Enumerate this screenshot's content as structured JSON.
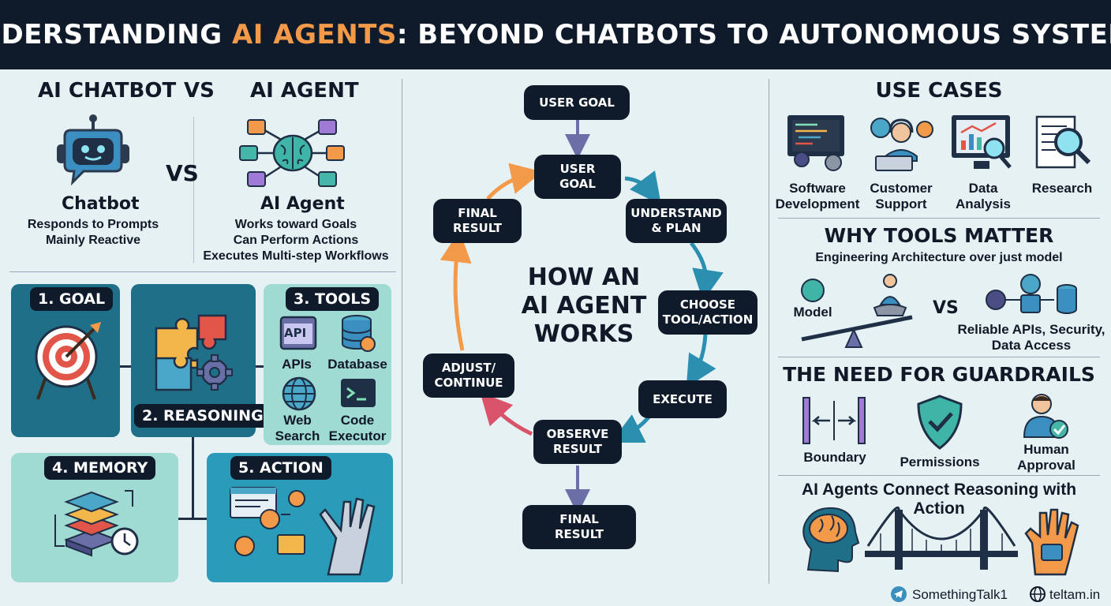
{
  "title": {
    "pre": "UNDERSTANDING ",
    "highlight": "AI AGENTS",
    "post": ": BEYOND CHATBOTS TO AUTONOMOUS SYSTEMS"
  },
  "comparison": {
    "chatbot_heading": "AI CHATBOT",
    "vs_heading": "VS",
    "agent_heading": "AI AGENT",
    "vs_mid": "VS",
    "chatbot": {
      "name": "Chatbot",
      "lines": [
        "Responds to Prompts",
        "Mainly Reactive"
      ]
    },
    "agent": {
      "name": "AI Agent",
      "lines": [
        "Works toward Goals",
        "Can Perform Actions",
        "Executes Multi-step Workflows"
      ]
    }
  },
  "components": {
    "goal": "1. GOAL",
    "reasoning": "2. REASONING",
    "tools": "3. TOOLS",
    "tool_items": [
      "APIs",
      "Database",
      "Web\nSearch",
      "Code\nExecutor"
    ],
    "api_badge": "API",
    "memory": "4. MEMORY",
    "action": "5. ACTION"
  },
  "flow": {
    "center_title": "HOW AN\nAI AGENT\nWORKS",
    "top": "USER GOAL",
    "steps": {
      "user_goal": "USER\nGOAL",
      "understand": "UNDERSTAND\n& PLAN",
      "choose": "CHOOSE\nTOOL/ACTION",
      "execute": "EXECUTE",
      "observe": "OBSERVE\nRESULT",
      "adjust": "ADJUST/\nCONTINUE",
      "final_left": "FINAL\nRESULT"
    },
    "bottom": "FINAL\nRESULT"
  },
  "use_cases": {
    "heading": "USE CASES",
    "items": [
      "Software\nDevelopment",
      "Customer\nSupport",
      "Data\nAnalysis",
      "Research"
    ]
  },
  "tools_matter": {
    "heading": "WHY TOOLS MATTER",
    "subtitle": "Engineering Architecture over just model",
    "model": "Model",
    "vs": "VS",
    "right": "Reliable APIs, Security,\nData Access"
  },
  "guardrails": {
    "heading": "THE NEED FOR GUARDRAILS",
    "items": [
      "Boundary",
      "Permissions",
      "Human\nApproval"
    ]
  },
  "connect": {
    "heading": "AI Agents Connect Reasoning with Action"
  },
  "footer": {
    "telegram": "SomethingTalk1",
    "web": "teltam.in"
  },
  "colors": {
    "navy": "#0f1b2b",
    "orange": "#f39a4a",
    "teal": "#2b8fb0",
    "panel_dark": "#1f6f89",
    "panel_light": "#9fdad3"
  }
}
